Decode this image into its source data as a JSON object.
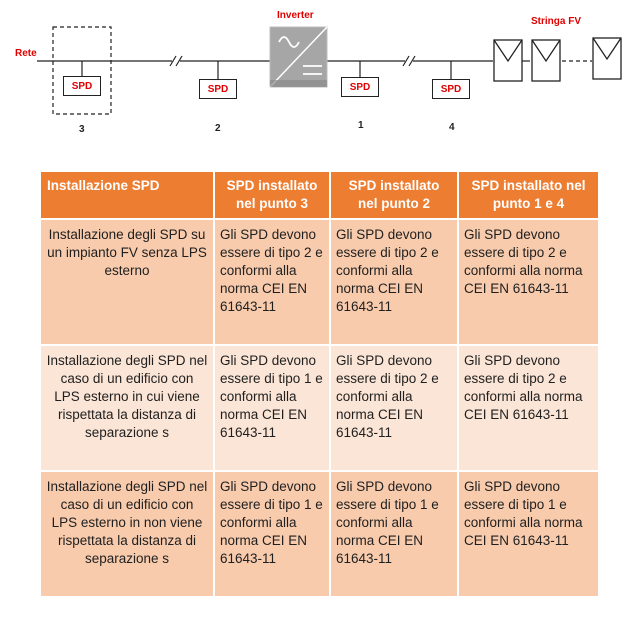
{
  "diagram": {
    "rete_label": "Rete",
    "inverter_label": "Inverter",
    "string_label": "Stringa FV",
    "spd_label": "SPD",
    "points": [
      "3",
      "2",
      "1",
      "4"
    ]
  },
  "table": {
    "headers": [
      "Installazione SPD",
      "SPD installato nel punto 3",
      "SPD installato nel punto 2",
      "SPD installato nel punto 1 e 4"
    ],
    "rows": [
      {
        "description": "Installazione degli SPD su un impianto FV senza LPS esterno",
        "cells": [
          "Gli SPD devono essere di tipo 2 e conformi alla norma CEI EN 61643-11",
          "Gli SPD devono essere di tipo 2 e conformi alla norma CEI EN 61643-11",
          "Gli SPD devono essere di tipo 2 e conformi alla norma CEI EN 61643-11"
        ]
      },
      {
        "description": "Installazione degli SPD nel caso di un edificio con LPS esterno in cui viene rispettata la distanza di separazione s",
        "cells": [
          "Gli SPD devono essere di tipo 1 e conformi alla norma CEI EN 61643-11",
          "Gli SPD devono essere di tipo 2 e conformi alla norma CEI EN 61643-11",
          "Gli SPD devono essere di tipo 2 e conformi alla norma CEI EN 61643-11"
        ]
      },
      {
        "description": "Installazione degli SPD nel caso di un edificio con LPS esterno in non viene rispettata la distanza di separazione s",
        "cells": [
          "Gli SPD devono essere di tipo 1 e conformi alla norma CEI EN 61643-11",
          "Gli SPD devono essere di tipo 1 e conformi alla norma CEI EN 61643-11",
          "Gli SPD devono essere di tipo 1 e conformi alla norma CEI EN 61643-11"
        ]
      }
    ]
  },
  "colors": {
    "header_bg": "#ed7d31",
    "row_dark": "#f8cbad",
    "row_light": "#fbe5d6",
    "label_red": "#e00000"
  }
}
